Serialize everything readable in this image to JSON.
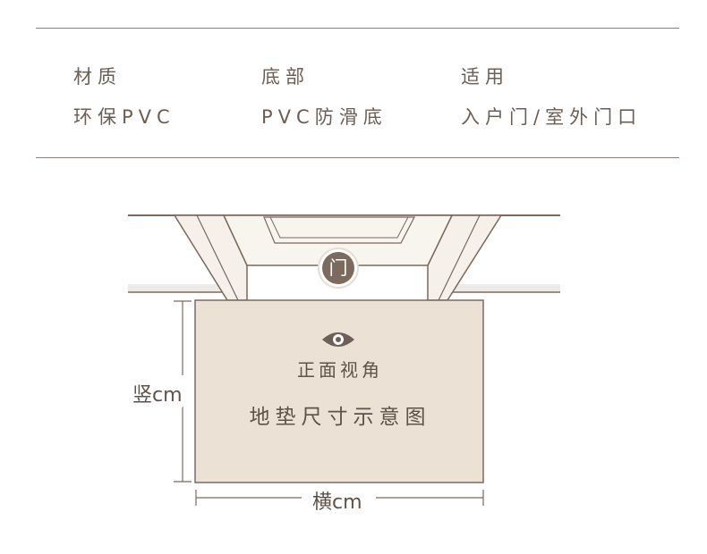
{
  "specs": [
    {
      "label": "材质",
      "value": "环保PVC"
    },
    {
      "label": "底部",
      "value": "PVC防滑底"
    },
    {
      "label": "适用",
      "value": "入户门/室外门口"
    }
  ],
  "diagram": {
    "door_badge": "门",
    "view_label": "正面视角",
    "title": "地垫尺寸示意图",
    "height_label": "竖cm",
    "width_label": "横cm",
    "icons": [
      "eye-icon"
    ]
  },
  "colors": {
    "line": "#7a6a5e",
    "mat_fill": "#ebe2d5",
    "door_fill": "#f5f0e9",
    "badge_fill": "#7b6a5d",
    "text": "#6b5e54"
  }
}
